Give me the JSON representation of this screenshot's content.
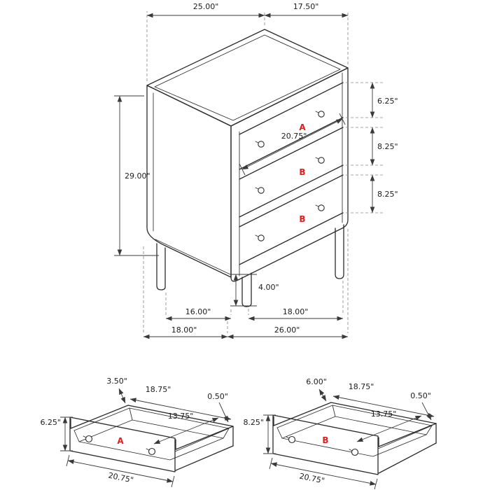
{
  "diagram": {
    "type": "furniture-dimension-diagram",
    "accent_color": "#e02020",
    "line_color": "#2b2b2b"
  },
  "main_view": {
    "top_width": "25.00\"",
    "top_depth": "17.50\"",
    "overall_height": "29.00\"",
    "drawer_a_front_height": "6.25\"",
    "drawer_b1_front_height": "8.25\"",
    "drawer_b2_front_height": "8.25\"",
    "drawer_front_width": "20.75\"",
    "leg_height": "4.00\"",
    "leg_spacing_depth": "16.00\"",
    "leg_spacing_width": "18.00\"",
    "base_depth": "18.00\"",
    "base_width": "26.00\"",
    "labels": {
      "drawer_a": "A",
      "drawer_b_middle": "B",
      "drawer_b_bottom": "B"
    }
  },
  "drawer_a_detail": {
    "label": "A",
    "box_side_height": "3.50\"",
    "inner_width": "18.75\"",
    "wall_thickness": "0.50\"",
    "front_height": "6.25\"",
    "inner_depth": "13.75\"",
    "front_width": "20.75\""
  },
  "drawer_b_detail": {
    "label": "B",
    "box_side_height": "6.00\"",
    "inner_width": "18.75\"",
    "wall_thickness": "0.50\"",
    "front_height": "8.25\"",
    "inner_depth": "13.75\"",
    "front_width": "20.75\""
  }
}
